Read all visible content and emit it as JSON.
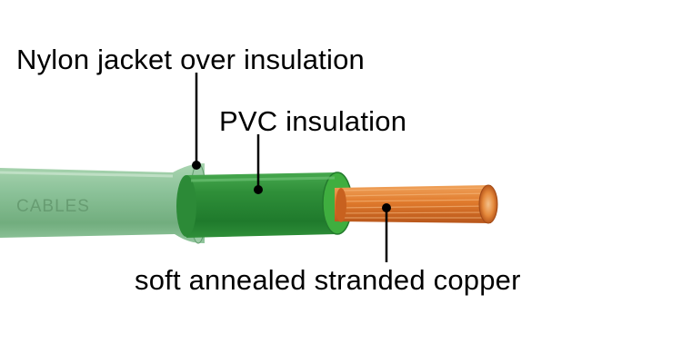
{
  "diagram": {
    "labels": {
      "jacket": "Nylon jacket over insulation",
      "insulation": "PVC insulation",
      "conductor": "soft annealed stranded copper"
    },
    "print_marking": "CABLES",
    "colors": {
      "jacket": "#7fb88e",
      "insulation": "#2e8f3a",
      "insulation_end": "#3fae3f",
      "copper": "#e0782a",
      "copper_dark": "#b4531a",
      "leader": "#000000"
    }
  }
}
